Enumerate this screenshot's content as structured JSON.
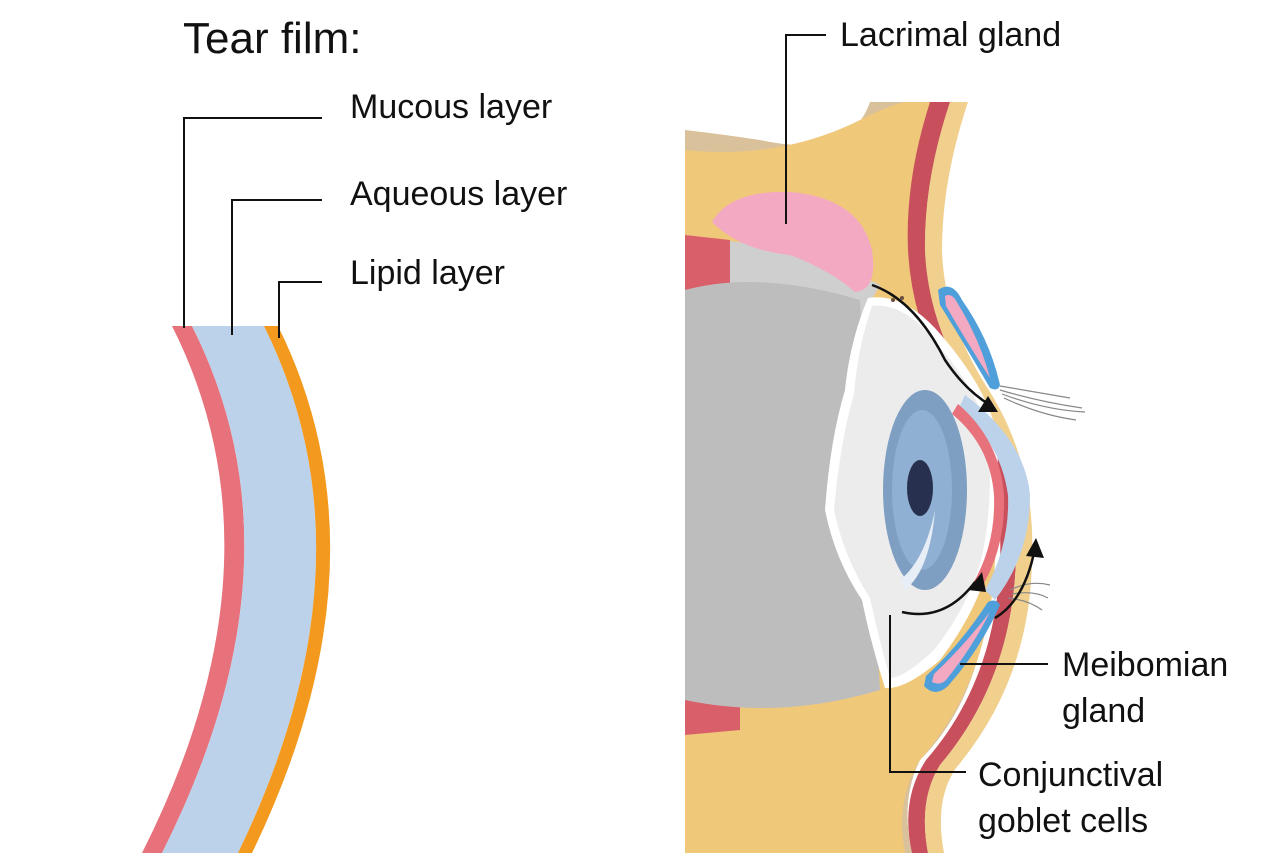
{
  "title": "Tear film:",
  "layers": {
    "mucous": "Mucous layer",
    "aqueous": "Aqueous layer",
    "lipid": "Lipid layer"
  },
  "structures": {
    "lacrimal_gland": "Lacrimal gland",
    "meibomian_gland_line1": "Meibomian",
    "meibomian_gland_line2": "gland",
    "goblet_cells_line1": "Conjunctival",
    "goblet_cells_line2": "goblet cells"
  },
  "colors": {
    "mucous": "#e8727c",
    "aqueous": "#bcd2ea",
    "lipid": "#f39a1e",
    "skin": "#f0c87a",
    "flesh_edge": "#d4bc98",
    "muscle": "#c7505c",
    "gland_pink": "#f3a9c2",
    "sclera": "#ececec",
    "iris": "#7e9fc2",
    "pupil": "#27304f",
    "meibomian_blue": "#4f9fdb"
  }
}
